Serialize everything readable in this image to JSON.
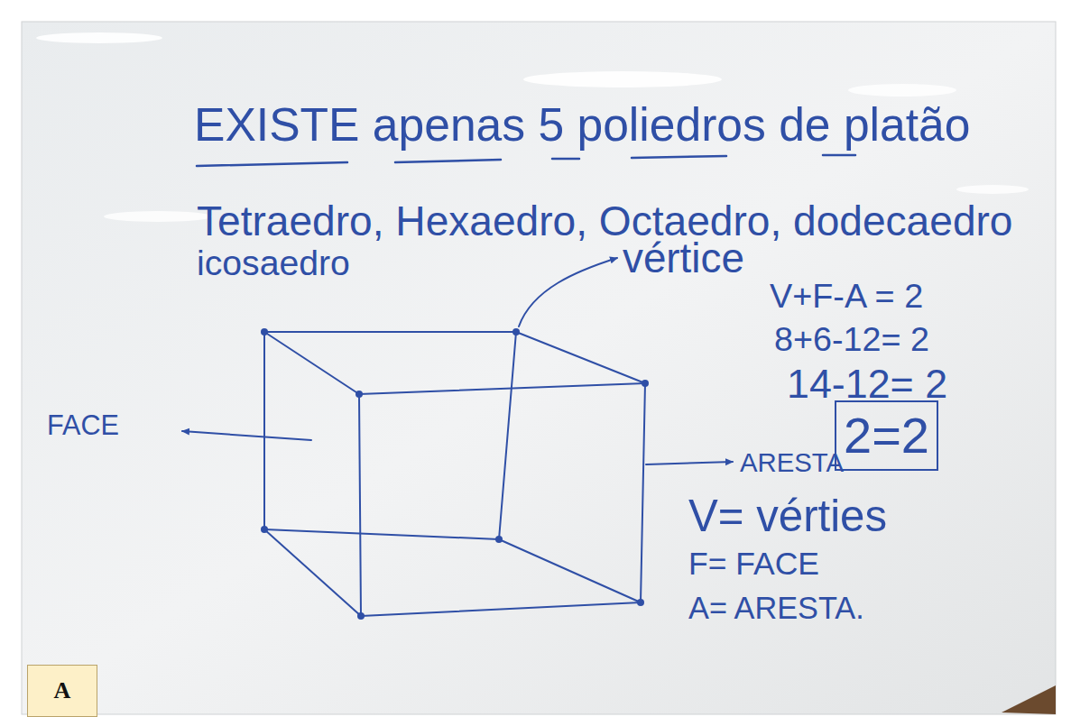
{
  "diagram": {
    "nodes": [
      {
        "text": [
          "2=2"
        ]
      },
      {
        "text": [
          "A"
        ]
      }
    ],
    "labels": [
      "EXISTE apenas 5 poliedros de platão",
      "Tetraedro, Hexaedro, Octaedro, dodecaedro",
      "icosaedro",
      "vértice",
      "V+F-A = 2",
      "8+6-12= 2",
      "14-12= 2",
      "FACE",
      "ARESTA",
      "V= vérties",
      "F= FACE",
      "A= ARESTA."
    ]
  }
}
